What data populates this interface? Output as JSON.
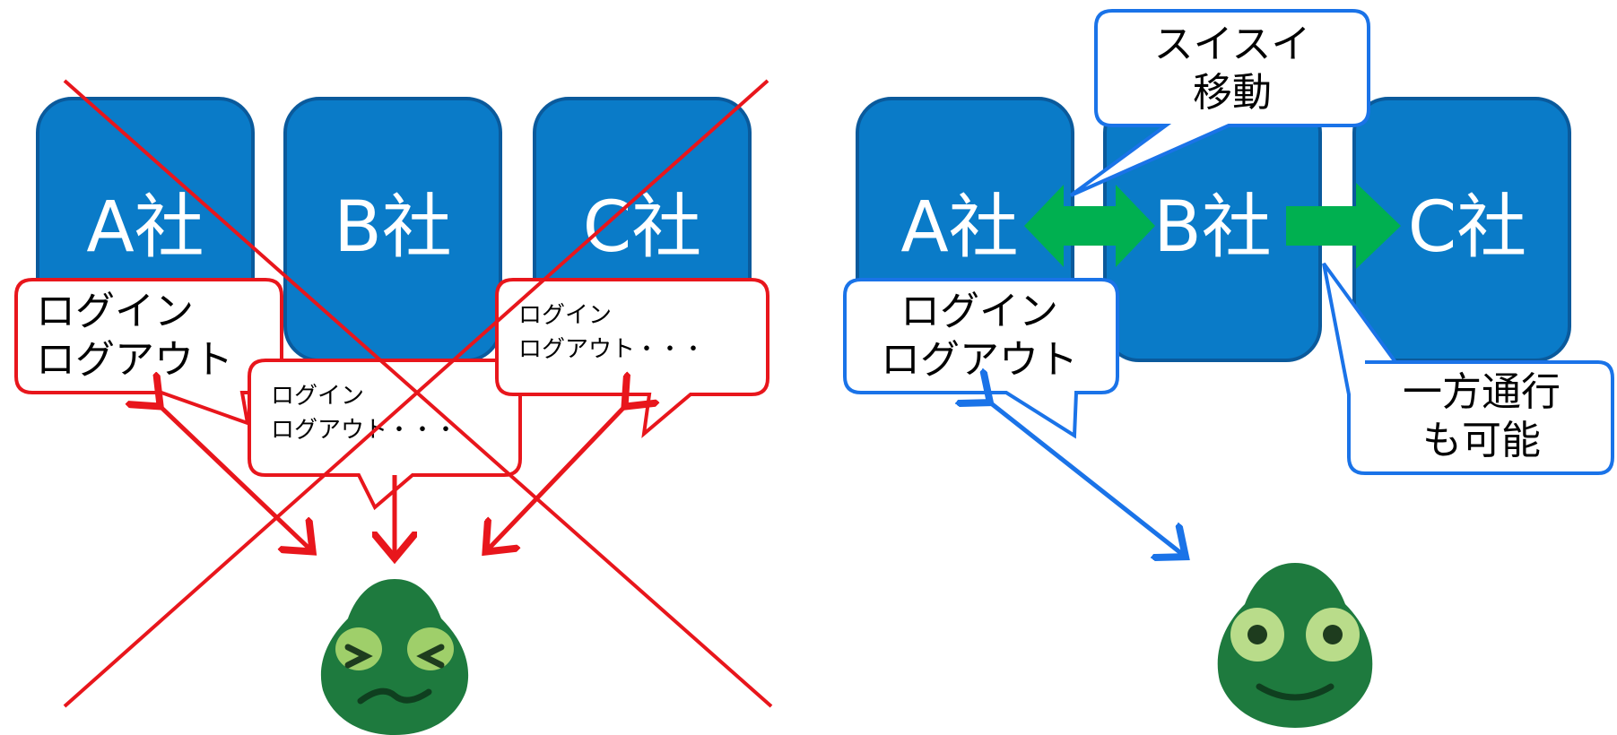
{
  "left_panel": {
    "companies": [
      "A社",
      "B社",
      "C社"
    ],
    "bubbles": [
      {
        "lines": [
          "ログイン",
          "ログアウト"
        ]
      },
      {
        "lines": [
          "ログイン",
          "ログアウト・・・"
        ]
      },
      {
        "lines": [
          "ログイン",
          "ログアウト・・・"
        ]
      }
    ]
  },
  "right_panel": {
    "companies": [
      "A社",
      "B社",
      "C社"
    ],
    "login_bubble": {
      "lines": [
        "ログイン",
        "ログアウト"
      ]
    },
    "move_bubble": {
      "lines": [
        "スイスイ",
        "移動"
      ]
    },
    "oneway_bubble": {
      "lines": [
        "一方通行",
        "も可能"
      ]
    }
  },
  "colors": {
    "company_blue": "#0a7bc8",
    "company_border": "#0a5a9c",
    "bad_red": "#e8161c",
    "good_blue": "#1a73e8",
    "arrow_green": "#00b050",
    "mascot_green": "#1e7a3e"
  },
  "icons": [
    "mascot-sad-icon",
    "mascot-happy-icon",
    "cross-out-icon"
  ]
}
